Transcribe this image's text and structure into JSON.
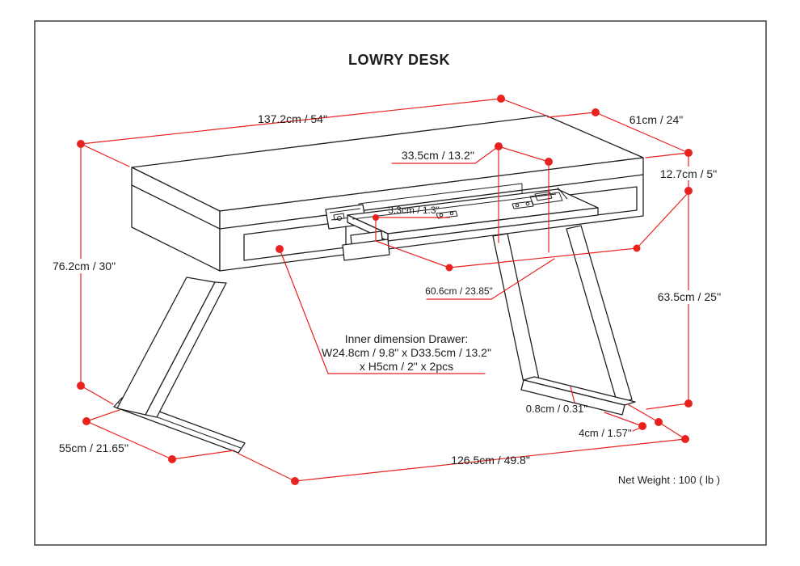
{
  "title": "LOWRY DESK",
  "colors": {
    "dimension_red": "#e8221e",
    "drawing_line": "#231f20",
    "frame_border": "#3f3f3f",
    "background": "#ffffff"
  },
  "dimensions": {
    "top_width": "137.2cm / 54\"",
    "top_depth": "61cm / 24\"",
    "apron_height": "12.7cm / 5\"",
    "tray_depth": "33.5cm / 13.2''",
    "tray_thickness": "3.3cm / 1.3\"",
    "overall_height": "76.2cm / 30\"",
    "clearance_height": "63.5cm / 25''",
    "tray_width": "60.6cm / 23.85\"",
    "foot_board_thickness": "0.8cm / 0.31''",
    "foot_height": "4cm / 1.57''",
    "foot_length": "55cm / 21.65''",
    "base_width": "126.5cm / 49.8\""
  },
  "drawer_note": {
    "line1": "Inner dimension Drawer:",
    "line2": "W24.8cm / 9.8\" x D33.5cm / 13.2\"",
    "line3": "x H5cm / 2\" x 2pcs"
  },
  "net_weight": "Net Weight : 100 ( lb )"
}
